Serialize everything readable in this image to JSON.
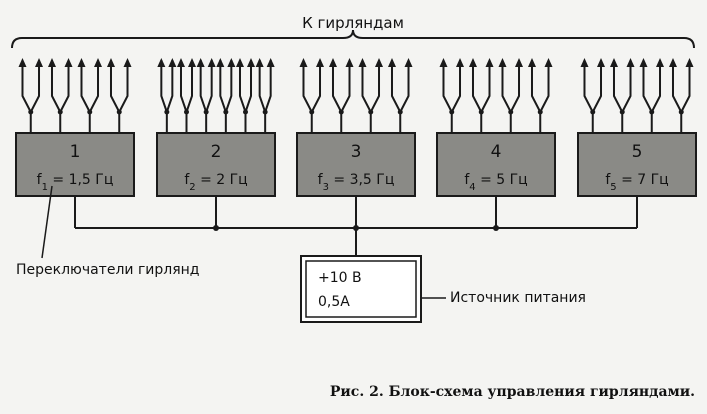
{
  "diagram": {
    "top_label": "К гирляндам",
    "blocks": [
      {
        "num": "1",
        "freq_sym": "f",
        "freq_sub": "1",
        "freq_value": "= 1,5 Гц",
        "outputs": 8
      },
      {
        "num": "2",
        "freq_sym": "f",
        "freq_sub": "2",
        "freq_value": "= 2 Гц",
        "outputs": 12
      },
      {
        "num": "3",
        "freq_sym": "f",
        "freq_sub": "3",
        "freq_value": "= 3,5 Гц",
        "outputs": 8
      },
      {
        "num": "4",
        "freq_sym": "f",
        "freq_sub": "4",
        "freq_value": "= 5 Гц",
        "outputs": 8
      },
      {
        "num": "5",
        "freq_sym": "f",
        "freq_sub": "5",
        "freq_value": "= 7 Гц",
        "outputs": 8
      }
    ],
    "switches_label": "Переключатели гирлянд",
    "power": {
      "voltage": "+10 В",
      "current": "0,5А",
      "label": "Источник питания"
    }
  },
  "caption": "Рис. 2. Блок-схема управления гирляндами.",
  "colors": {
    "block_fill": "#8a8a86",
    "line": "#1a1a1a",
    "paper": "#f4f4f2"
  }
}
